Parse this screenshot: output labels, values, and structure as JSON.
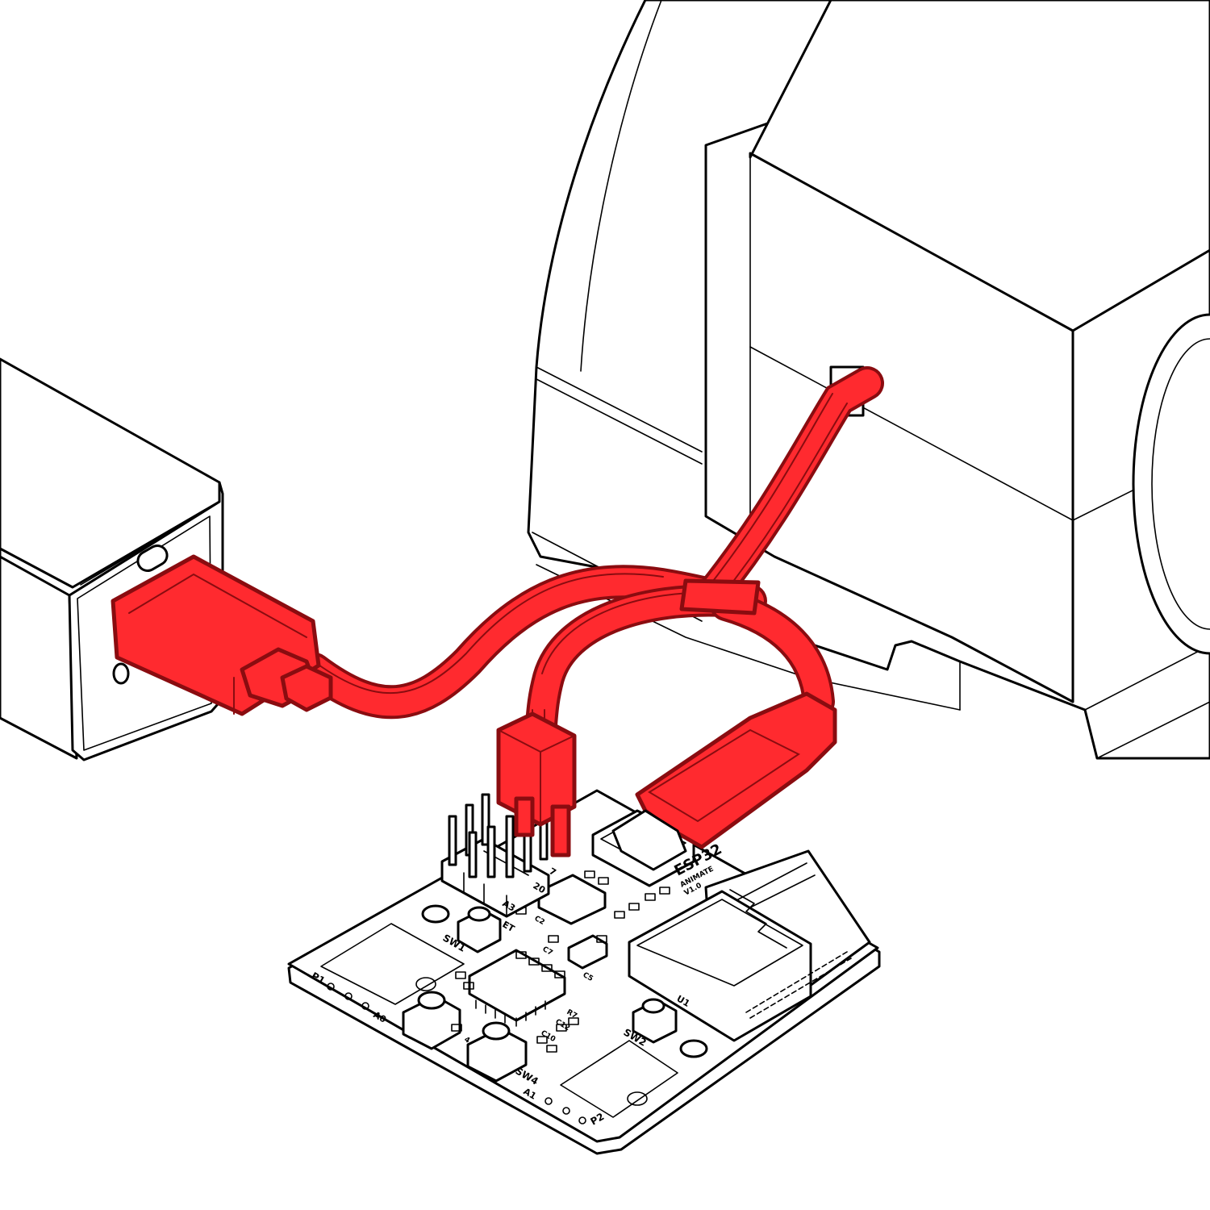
{
  "colors": {
    "cable": "#ff2a2f",
    "cable_outline": "#8a0c10",
    "outline": "#000000",
    "body": "#ffffff"
  },
  "board": {
    "name": "ESP32",
    "subtitle": "ANIMATE",
    "version": "V1.0",
    "switches": [
      "SW1",
      "SW2",
      "SW4"
    ],
    "ports": [
      "P1",
      "P2"
    ],
    "pins": [
      "A0",
      "A1",
      "A3"
    ],
    "reset_label": "ET",
    "chip_label": "U1",
    "header_labels": [
      "20",
      "7"
    ],
    "passive_labels": [
      "R7",
      "C12",
      "C10",
      "C2",
      "C7",
      "C5",
      "4"
    ]
  }
}
